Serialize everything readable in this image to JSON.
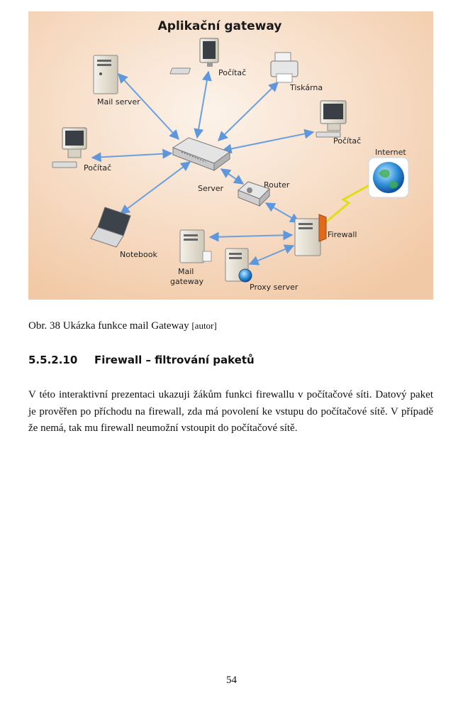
{
  "figure": {
    "title": "Aplikační gateway",
    "colors": {
      "bg_light": "#fbeee2",
      "bg_dark": "#f2c8a4",
      "arrow": "#6a9fe0",
      "lightning": "#e0e020"
    },
    "nodes": [
      {
        "id": "pc-top",
        "label": "Počítač",
        "icon": "computer-icon"
      },
      {
        "id": "mail-server",
        "label": "Mail server",
        "icon": "server-icon"
      },
      {
        "id": "printer",
        "label": "Tiskárna",
        "icon": "printer-icon"
      },
      {
        "id": "pc-right",
        "label": "Počítač",
        "icon": "computer-icon"
      },
      {
        "id": "internet",
        "label": "Internet",
        "icon": "globe-icon"
      },
      {
        "id": "pc-left",
        "label": "Počítač",
        "icon": "computer-icon"
      },
      {
        "id": "server",
        "label": "Server",
        "icon": "switch-icon"
      },
      {
        "id": "router",
        "label": "Router",
        "icon": "router-icon"
      },
      {
        "id": "firewall",
        "label": "Firewall",
        "icon": "firewall-icon"
      },
      {
        "id": "notebook",
        "label": "Notebook",
        "icon": "laptop-icon"
      },
      {
        "id": "mail-gateway",
        "label_lines": [
          "Mail",
          "gateway"
        ],
        "icon": "server-icon"
      },
      {
        "id": "proxy-server",
        "label": "Proxy server",
        "icon": "server-icon"
      }
    ]
  },
  "caption": {
    "text": "Obr. 38 Ukázka funkce mail Gateway",
    "source": "[autor]"
  },
  "section": {
    "number": "5.5.2.10",
    "title": "Firewall – filtrování paketů"
  },
  "paragraph": "V této interaktivní prezentaci ukazuji žákům funkci firewallu v počítačové síti. Datový paket je prověřen po příchodu na firewall, zda má povolení ke vstupu do počítačové sítě. V případě že nemá, tak mu firewall neumožní vstoupit do počítačové sítě.",
  "page_number": "54"
}
